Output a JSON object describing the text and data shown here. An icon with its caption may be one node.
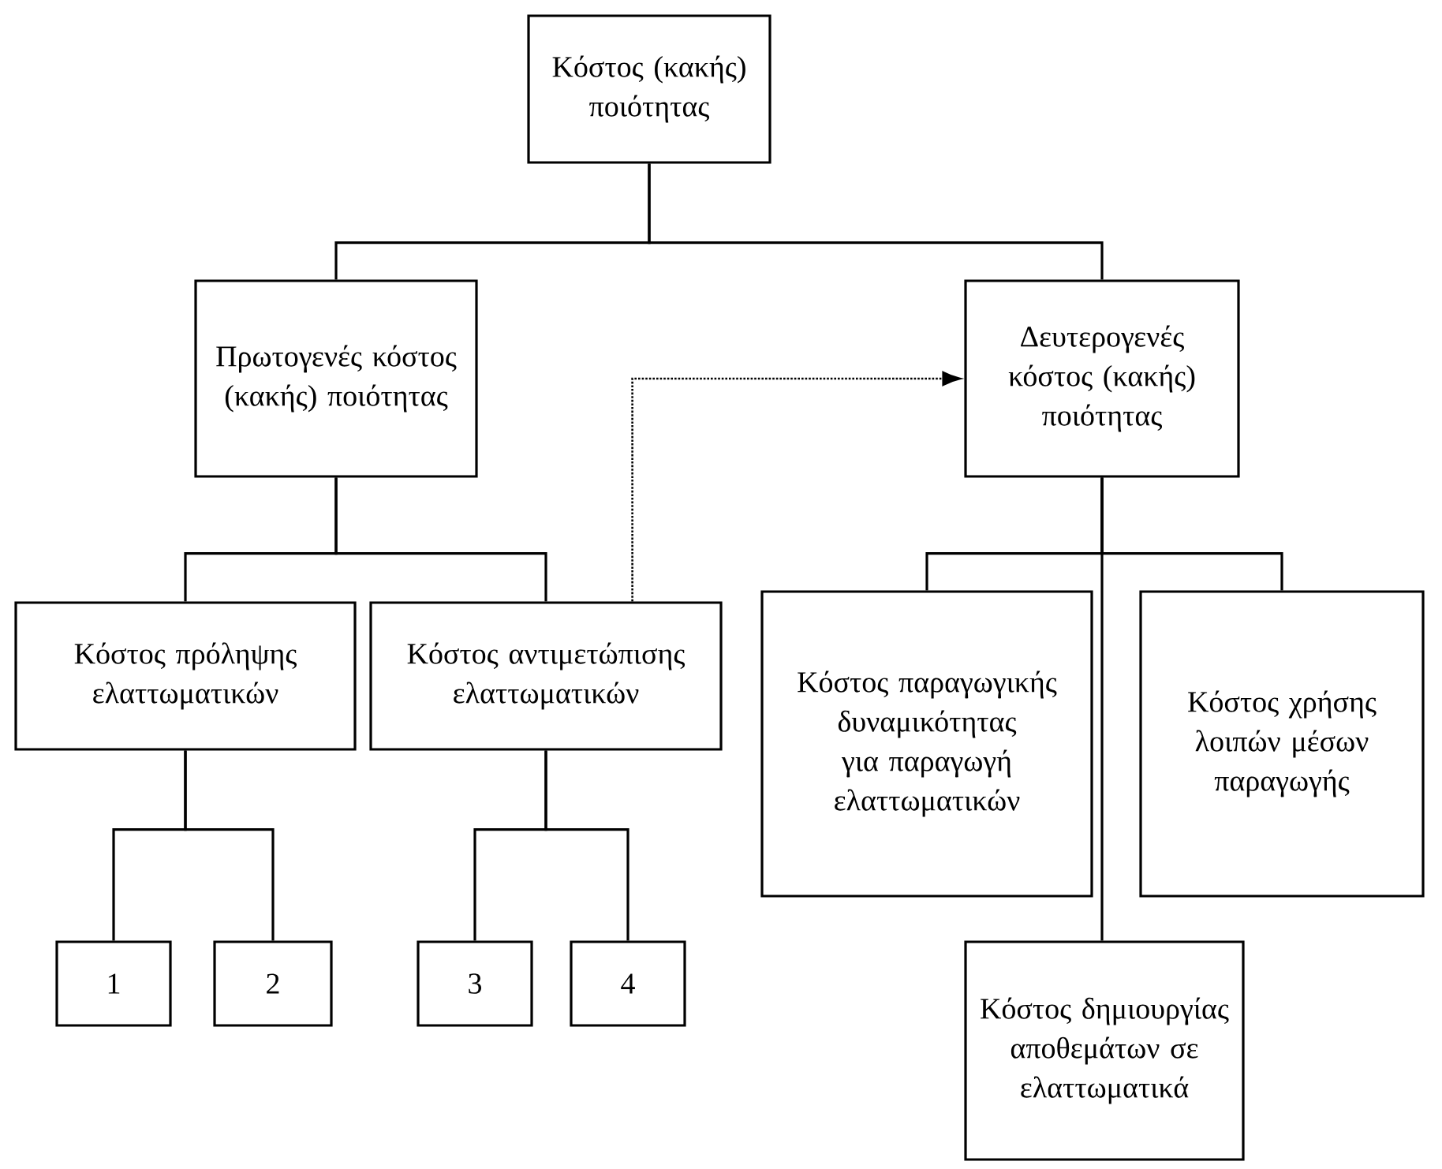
{
  "diagram": {
    "nodes": [
      {
        "text": [
          "Κόστος (κακής) ποιότητας"
        ]
      },
      {
        "text": [
          "Πρωτογενές κόστος (κακής) ποιότητας"
        ]
      },
      {
        "text": [
          "Δευτερογενές κόστος (κακής) ποιότητας"
        ]
      },
      {
        "text": [
          "Κόστος πρόληψης ελαττωματικών"
        ]
      },
      {
        "text": [
          "Κόστος αντιμετώπισης ελαττωματικών"
        ]
      },
      {
        "text": [
          "Κόστος παραγωγικής δυναμικότητας για παραγωγή ελαττωματικών"
        ]
      },
      {
        "text": [
          "Κόστος χρήσης λοιπών μέσων παραγωγής"
        ]
      },
      {
        "text": [
          "1"
        ]
      },
      {
        "text": [
          "2"
        ]
      },
      {
        "text": [
          "3"
        ]
      },
      {
        "text": [
          "4"
        ]
      },
      {
        "text": [
          "Κόστος δημιουργίας αποθεμάτων σε ελαττωματικά"
        ]
      }
    ],
    "edges": [
      {
        "from": 0,
        "to": 1,
        "arrow": "none"
      },
      {
        "from": 0,
        "to": 2,
        "arrow": "none"
      },
      {
        "from": 1,
        "to": 3,
        "arrow": "none"
      },
      {
        "from": 1,
        "to": 4,
        "arrow": "none"
      },
      {
        "from": 4,
        "to": 2,
        "arrow": "to",
        "style": "dashed"
      },
      {
        "from": 2,
        "to": 5,
        "arrow": "none"
      },
      {
        "from": 2,
        "to": 6,
        "arrow": "none"
      },
      {
        "from": 2,
        "to": 11,
        "arrow": "none"
      },
      {
        "from": 3,
        "to": 7,
        "arrow": "none"
      },
      {
        "from": 3,
        "to": 8,
        "arrow": "none"
      },
      {
        "from": 4,
        "to": 9,
        "arrow": "none"
      },
      {
        "from": 4,
        "to": 10,
        "arrow": "none"
      }
    ]
  }
}
